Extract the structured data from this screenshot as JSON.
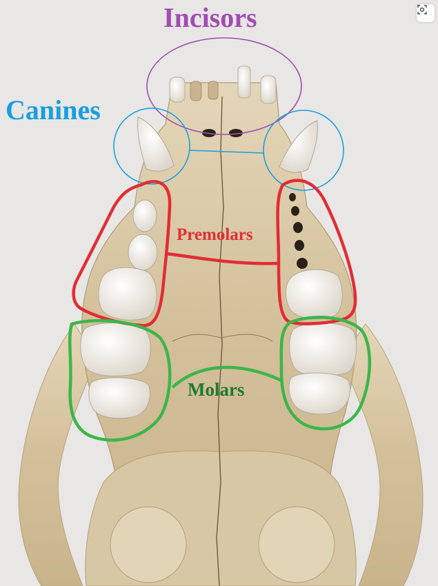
{
  "labels": {
    "incisors": "Incisors",
    "canines": "Canines",
    "premolars": "Premolars",
    "molars": "Molars"
  },
  "colors": {
    "incisors": "#a24bb3",
    "canines": "#1a9ee0",
    "premolars": "#e12d35",
    "molars": "#3db54a",
    "molars_text": "#1f7a2e",
    "bone": "#d9c8a6",
    "tooth": "#f6f4ef",
    "background": "#e9e8e6"
  },
  "icons": {
    "corner_button": "lens-search-icon"
  }
}
